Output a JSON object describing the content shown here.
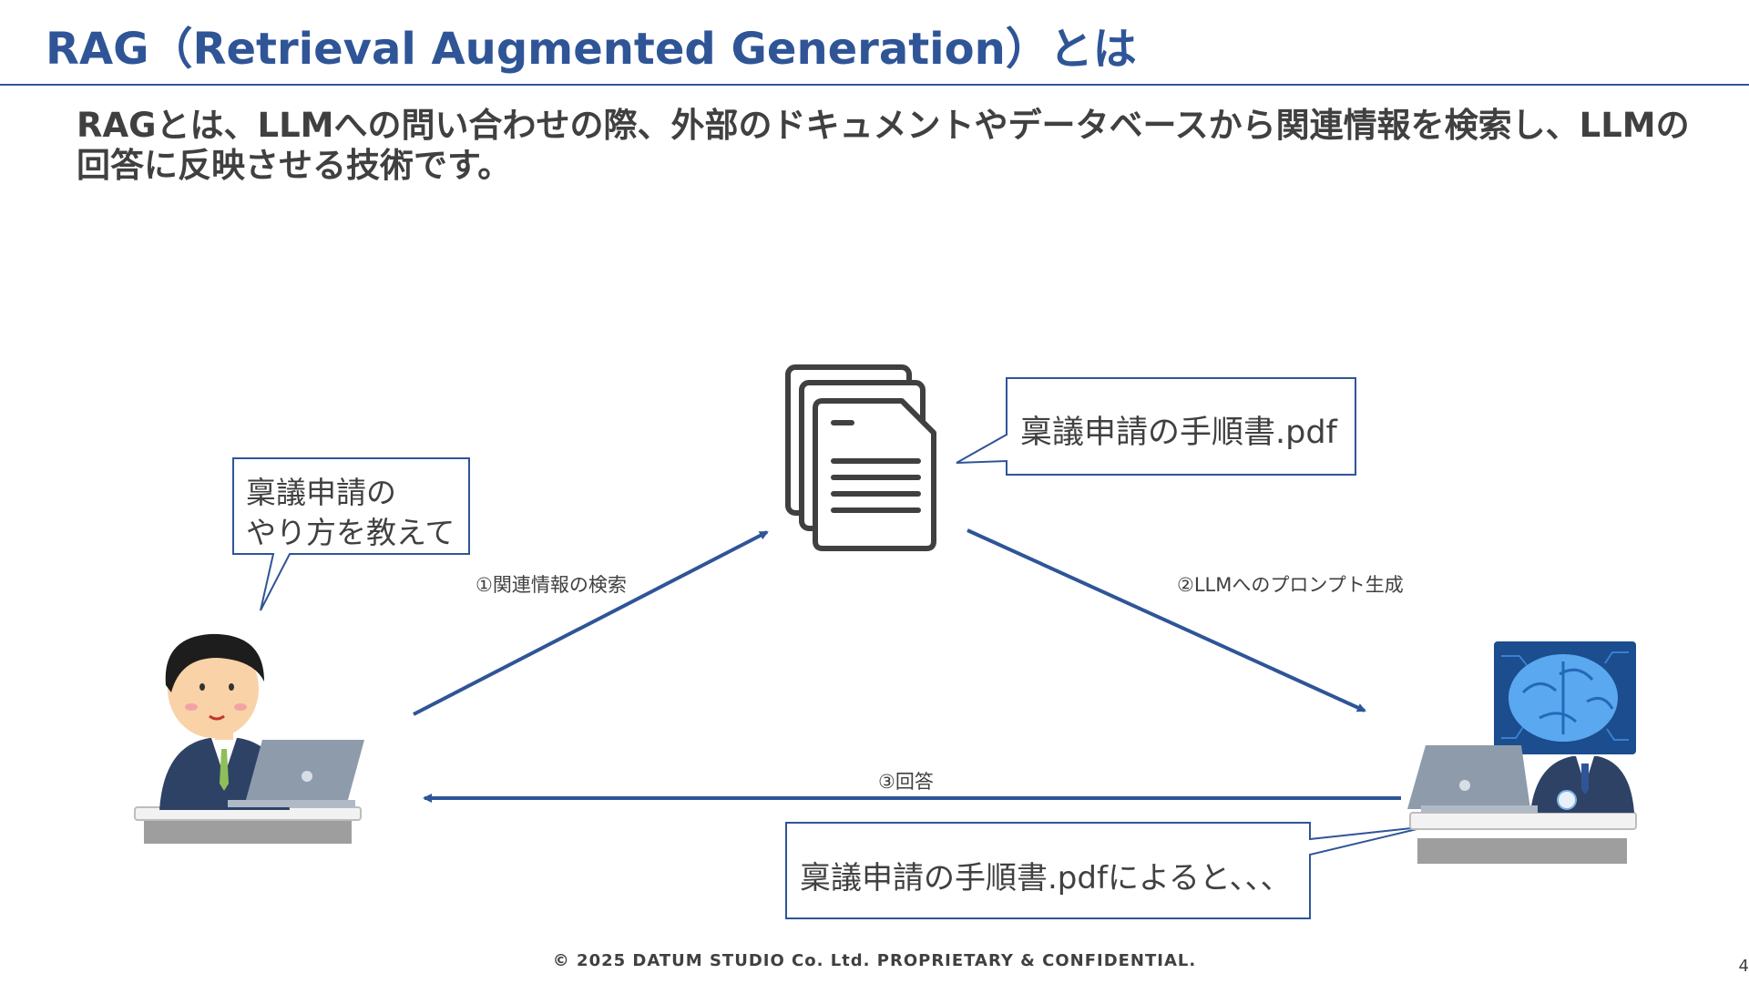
{
  "slide": {
    "title": "RAG（Retrieval Augmented Generation）とは",
    "lead": "RAGとは、LLMへの問い合わせの際、外部のドキュメントやデータベースから関連情報を検索し、LLMの回答に反映させる技術です。",
    "footer": "© 2025 DATUM STUDIO Co. Ltd. PROPRIETARY & CONFIDENTIAL.",
    "page_number": "4"
  },
  "diagram": {
    "user_bubble_line1": "稟議申請の",
    "user_bubble_line2": "やり方を教えて",
    "doc_bubble": "稟議申請の手順書.pdf",
    "answer_bubble": "稟議申請の手順書.pdfによると、、、",
    "step1_label": "①関連情報の検索",
    "step2_label": "②LLMへのプロンプト生成",
    "step3_label": "③回答"
  },
  "colors": {
    "accent": "#2f5597",
    "text": "#404040",
    "doc_icon": "#404040"
  },
  "icons": [
    "document-stack-icon",
    "user-at-laptop-illustration",
    "ai-brain-at-laptop-illustration"
  ]
}
